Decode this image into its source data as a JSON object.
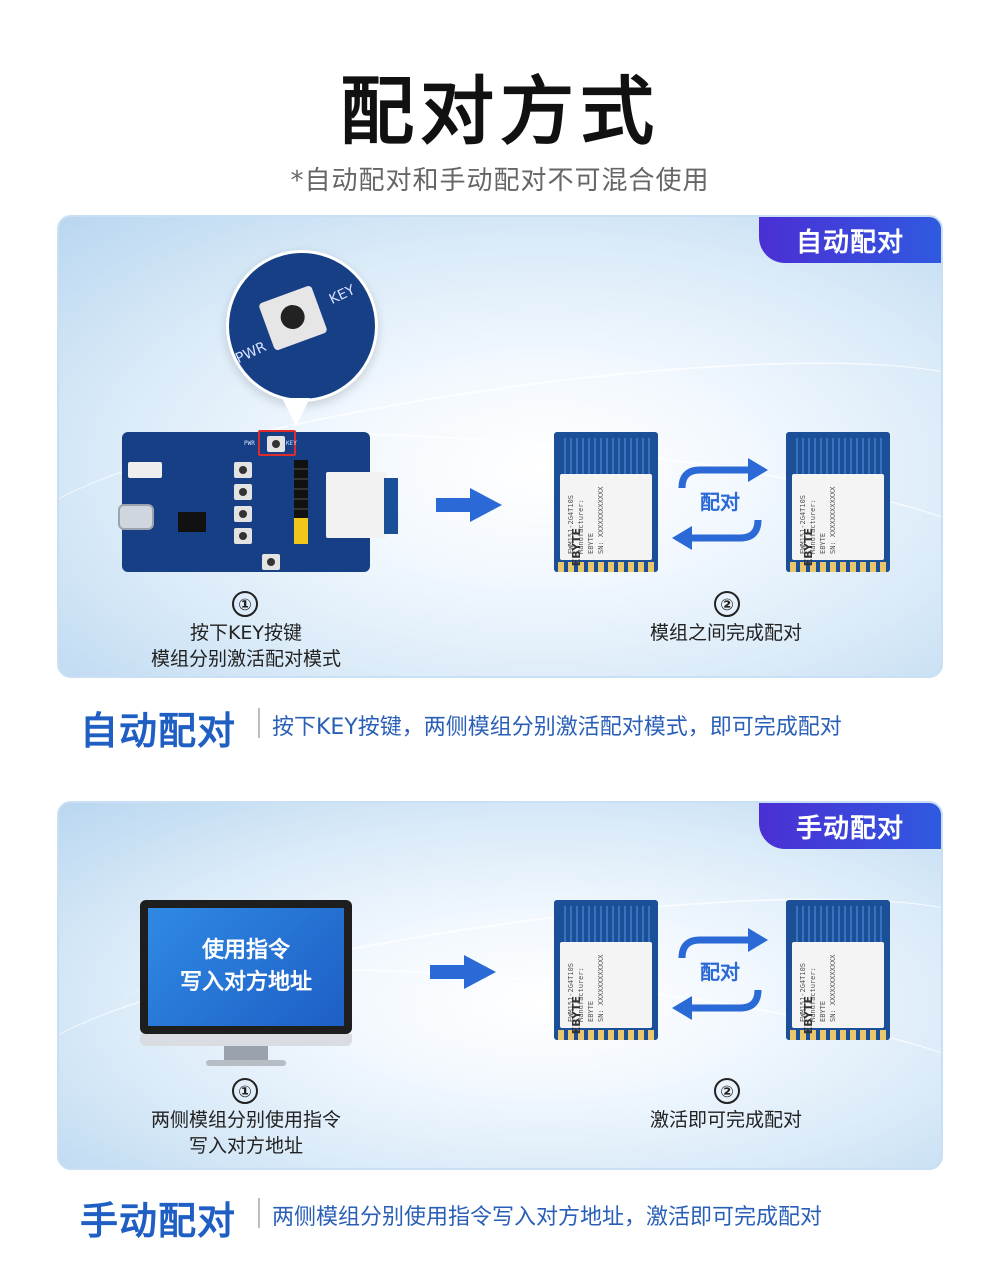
{
  "page_title": "配对方式",
  "subtitle": "*自动配对和手动配对不可混合使用",
  "auto": {
    "tag": "自动配对",
    "step1_num": "①",
    "step1_line1": "按下KEY按键",
    "step1_line2": "模组分别激活配对模式",
    "step2_num": "②",
    "step2_text": "模组之间完成配对",
    "swap_label": "配对",
    "board_key": "KEY",
    "board_pwr": "PWR",
    "heading": "自动配对",
    "desc": "按下KEY按键，两侧模组分别激活配对模式，即可完成配对"
  },
  "manual": {
    "tag": "手动配对",
    "monitor_line1": "使用指令",
    "monitor_line2": "写入对方地址",
    "step1_num": "①",
    "step1_line1": "两侧模组分别使用指令",
    "step1_line2": "写入对方地址",
    "step2_num": "②",
    "step2_text": "激活即可完成配对",
    "swap_label": "配对",
    "heading": "手动配对",
    "desc": "两侧模组分别使用指令写入对方地址，激活即可完成配对"
  },
  "chip": {
    "brand": "EBYTE",
    "model": "EWM151-2G4T10S",
    "maker": "Manufacturer: EBYTE",
    "sn": "SN: XXXXXXXXXXXX"
  },
  "colors": {
    "accent": "#2a69d6",
    "tag_start": "#4b2fd4",
    "tag_end": "#2f5ae0",
    "heading": "#1f5fc4"
  }
}
